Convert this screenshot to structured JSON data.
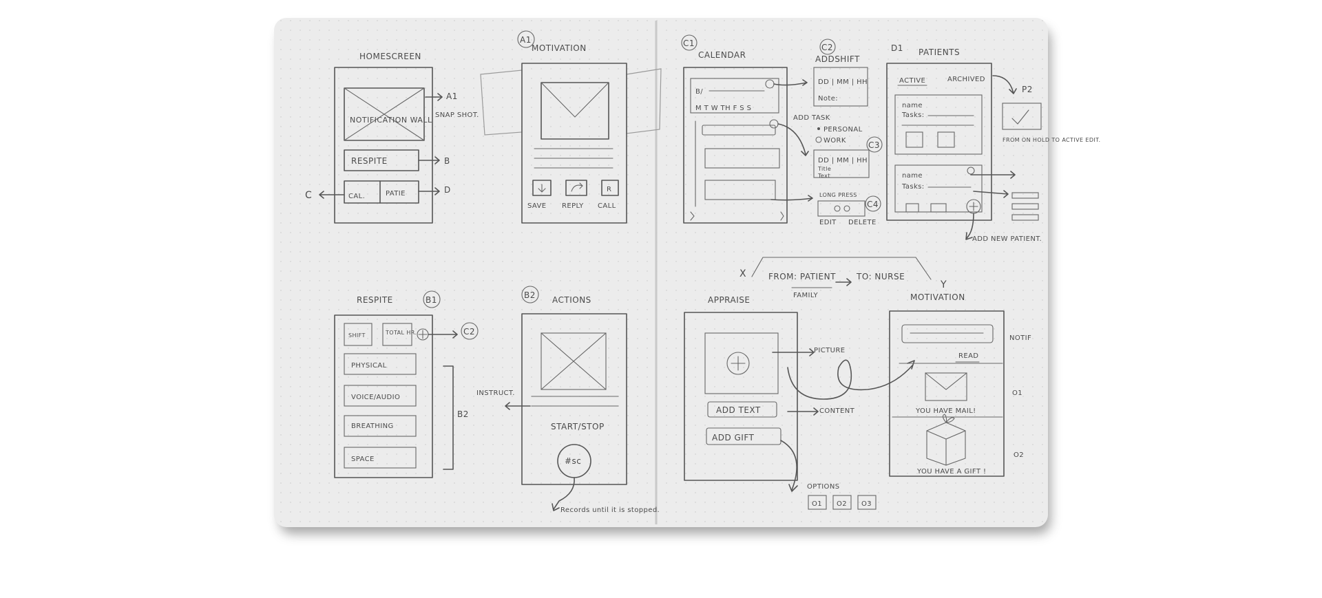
{
  "colors": {
    "page": "#ececec",
    "page_shadow": "#7a7a7a",
    "ink": "#555555",
    "background": "#ffffff"
  },
  "home": {
    "title": "HOMESCREEN",
    "wall": "NOTIFICATION WALL",
    "respite": "RESPITE",
    "cal": "CAL.",
    "patie": "PATIE",
    "snap": "SNAP SHOT.",
    "a1": "A1",
    "b": "B",
    "d": "D",
    "c": "C"
  },
  "motivation_a1": {
    "tag": "A1",
    "title": "MOTIVATION",
    "save": "SAVE",
    "reply": "REPLY",
    "call": "CALL",
    "r": "R"
  },
  "calendar": {
    "tag": "C1",
    "title": "CALENDAR",
    "b": "B/",
    "days": "M T W TH F S S"
  },
  "addshift": {
    "tag": "C2",
    "title": "ADDSHIFT",
    "fields": "DD | MM | HH",
    "note": "Note:",
    "add_task": "ADD TASK",
    "personal": "PERSONAL",
    "work": "WORK",
    "c3": "C3",
    "fields2": "DD | MM | HH",
    "title_label": "Title",
    "text_label": "Text",
    "long_press": "LONG PRESS",
    "c4": "C4",
    "edit": "EDIT",
    "delete": "DELETE"
  },
  "patients": {
    "tag": "D1",
    "title": "PATIENTS",
    "active": "ACTIVE",
    "archived": "ARCHIVED",
    "name": "name",
    "tasks": "Tasks:",
    "p2": "P2",
    "from_on_hold": "FROM ON HOLD TO ACTIVE EDIT.",
    "add_new": "ADD NEW PATIENT."
  },
  "flow": {
    "x": "X",
    "y": "Y",
    "from": "FROM: PATIENT",
    "family": "FAMILY",
    "to": "TO: NURSE"
  },
  "respite": {
    "title": "RESPITE",
    "tag": "B1",
    "shift": "SHIFT",
    "total": "TOTAL HR.",
    "c2": "C2",
    "physical": "PHYSICAL",
    "voice": "VOICE/AUDIO",
    "breathing": "BREATHING",
    "space": "SPACE",
    "b2": "B2"
  },
  "actions": {
    "tag": "B2",
    "title": "ACTIONS",
    "instruct": "INSTRUCT.",
    "start_stop": "START/STOP",
    "timer": "#sc",
    "note": "Records until it is stopped."
  },
  "appraise": {
    "title": "APPRAISE",
    "picture": "PICTURE",
    "add_text": "ADD TEXT",
    "content": "CONTENT",
    "add_gift": "ADD GIFT",
    "options": "OPTIONS",
    "o1": "O1",
    "o2": "O2",
    "o3": "O3"
  },
  "motivation_y": {
    "title": "MOTIVATION",
    "read": "READ",
    "notif": "NOTIF",
    "o1": "O1",
    "o2": "O2",
    "mail": "YOU HAVE MAIL!",
    "gift": "YOU HAVE A GIFT !"
  }
}
